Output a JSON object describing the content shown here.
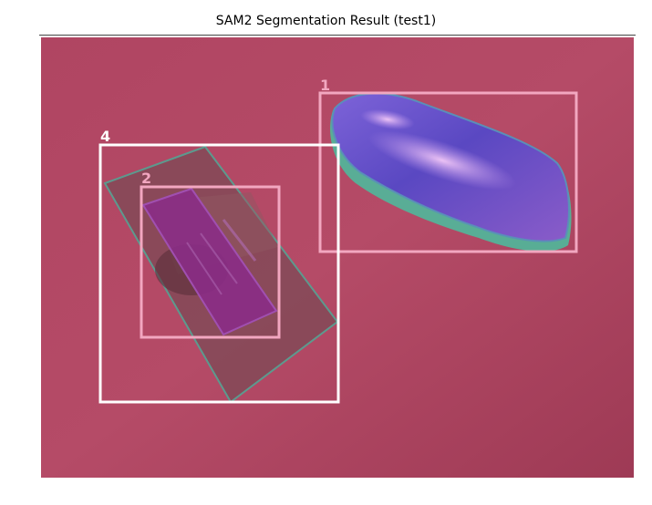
{
  "figure": {
    "title": "SAM2 Segmentation Result (test1)"
  },
  "detections": [
    {
      "label": "1",
      "color": "#f2a7c0"
    },
    {
      "label": "2",
      "color": "#f2a7c0"
    },
    {
      "label": "4",
      "color": "#ffffff"
    }
  ],
  "colors": {
    "background_surface": "#b34a66",
    "mask_bag": "#6d55c8",
    "mask_bag_edge": "#4fb89b",
    "mask_card": "#8a2c86",
    "object_tray": "#7a4a55"
  }
}
